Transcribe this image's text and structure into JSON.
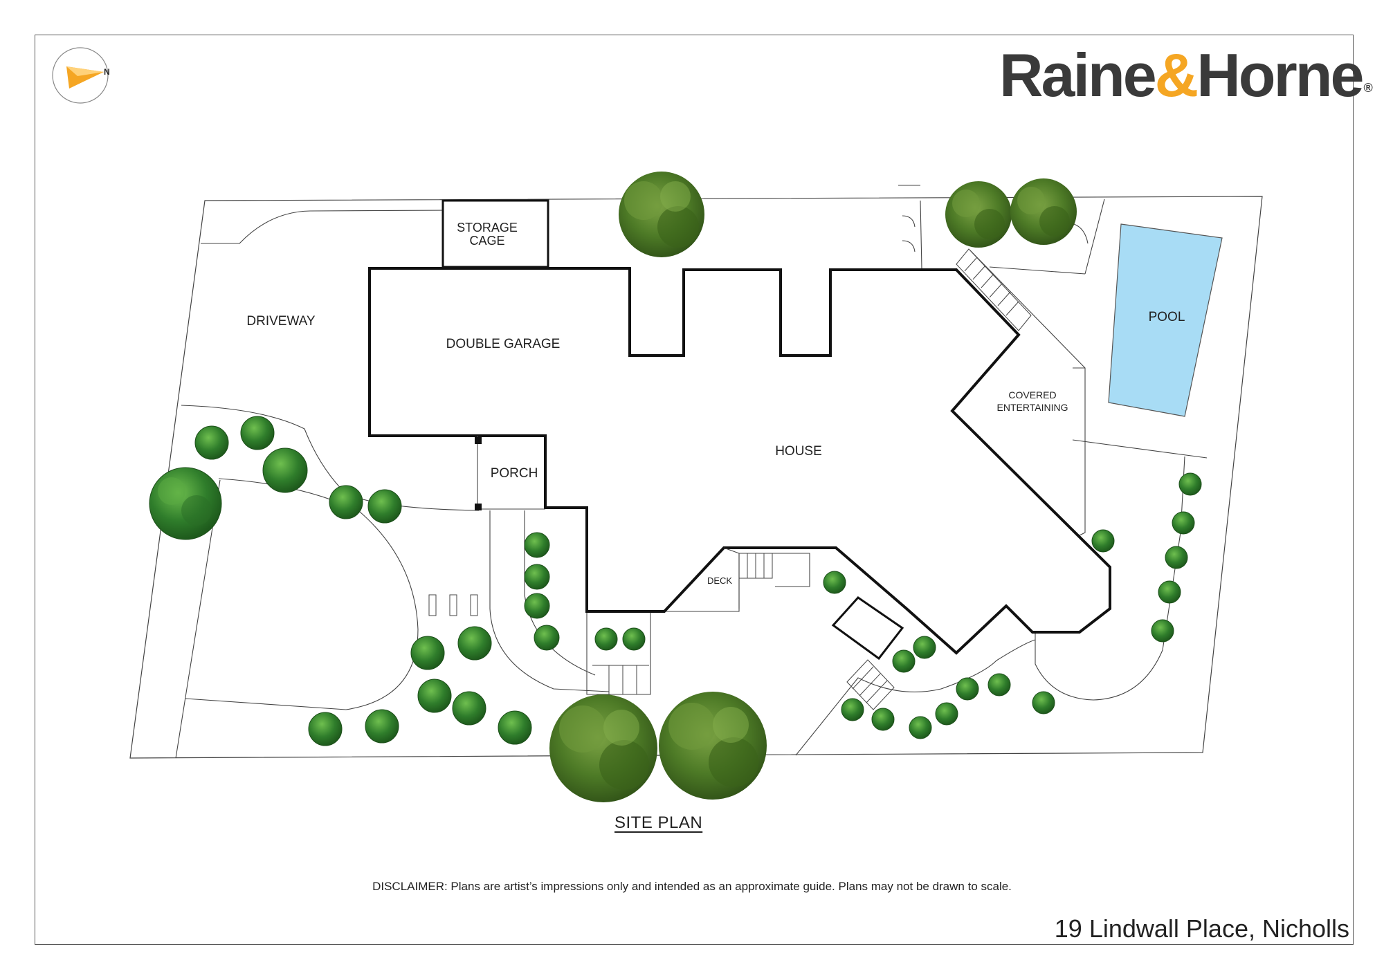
{
  "brand": {
    "name_left": "Raine",
    "ampersand": "&",
    "name_right": "Horne",
    "registered": "®",
    "accent_color": "#f5a623",
    "text_color": "#3a3a3a"
  },
  "compass": {
    "north_label": "N",
    "icon": "north-arrow-icon"
  },
  "rooms": {
    "storage_line1": "STORAGE",
    "storage_line2": "CAGE",
    "driveway": "DRIVEWAY",
    "garage": "DOUBLE GARAGE",
    "house": "HOUSE",
    "porch": "PORCH",
    "deck": "DECK",
    "covered_line1": "COVERED",
    "covered_line2": "ENTERTAINING",
    "pool": "POOL"
  },
  "colors": {
    "pool": "#a8dcf5",
    "wall": "#111111",
    "tree_dark": "#3f6b20",
    "tree_light": "#6d9a3a",
    "shrub": "#2f7d2b"
  },
  "plan_title": "SITE PLAN",
  "disclaimer": "DISCLAIMER: Plans are artist’s impressions only and intended as an approximate guide. Plans may not be drawn to scale.",
  "address": "19 Lindwall Place, Nicholls"
}
